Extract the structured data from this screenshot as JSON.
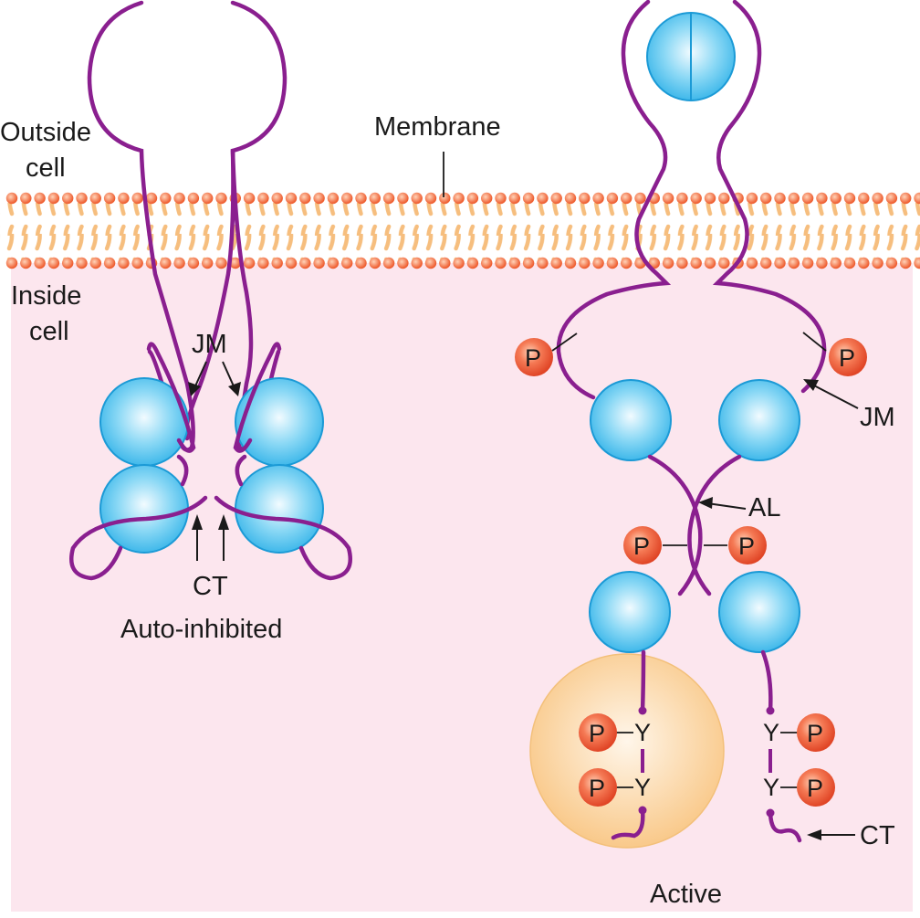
{
  "title": "Receptor tyrosine kinase activation",
  "regions": {
    "outside": "Outside\ncell",
    "outside_line1": "Outside",
    "outside_line2": "cell",
    "inside_line1": "Inside",
    "inside_line2": "cell",
    "membrane": "Membrane"
  },
  "left_receptor": {
    "state_label": "Auto-inhibited",
    "jm_label": "JM",
    "ct_label": "CT"
  },
  "right_receptor": {
    "state_label": "Active",
    "jm_label": "JM",
    "al_label": "AL",
    "ct_label": "CT",
    "phospho_label": "P",
    "tyrosine_label": "Y"
  },
  "colors": {
    "chain": "#8a1f8f",
    "kinase_domain": "#5cc6f0",
    "kinase_stroke": "#1b9ad6",
    "phosphate": "#f05a3a",
    "lipid_head": "#f26a3b",
    "lipid_tail": "#f6be7e",
    "cytoplasm": "#fce6ee",
    "adapter": "#fbd49a"
  }
}
